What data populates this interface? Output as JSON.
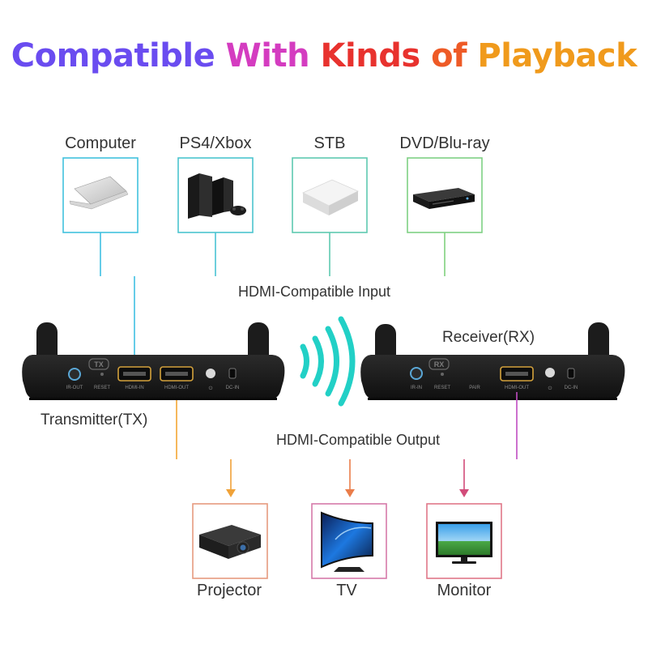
{
  "title": {
    "parts": [
      {
        "text": "Compatible",
        "color": "#6a4cf0"
      },
      {
        "text": " With ",
        "color": "#d43cc0"
      },
      {
        "text": "Kinds",
        "color": "#e8322e"
      },
      {
        "text": " of ",
        "color": "#ee5a26"
      },
      {
        "text": "Playback",
        "color": "#f09a1c"
      }
    ]
  },
  "sources": [
    {
      "label": "Computer",
      "icon": "laptop-icon"
    },
    {
      "label": "PS4/Xbox",
      "icon": "game-console-icon"
    },
    {
      "label": "STB",
      "icon": "set-top-box-icon"
    },
    {
      "label": "DVD/Blu-ray",
      "icon": "dvd-player-icon"
    }
  ],
  "input_label": "HDMI-Compatible Input",
  "transmitter": {
    "label": "Transmitter(TX)",
    "badge": "TX",
    "ports": [
      "IR-OUT",
      "RESET",
      "HDMI-IN",
      "HDMI-OUT",
      "⏻",
      "DC-IN"
    ]
  },
  "receiver": {
    "label": "Receiver(RX)",
    "badge": "RX",
    "ports": [
      "IR-IN",
      "RESET",
      "PAIR",
      "HDMI-OUT",
      "⏻",
      "DC-IN"
    ]
  },
  "output_label": "HDMI-Compatible Output",
  "outputs": [
    {
      "label": "Projector",
      "icon": "projector-icon"
    },
    {
      "label": "TV",
      "icon": "tv-icon"
    },
    {
      "label": "Monitor",
      "icon": "monitor-icon"
    }
  ],
  "colors": {
    "input_line": "#4fc6dd",
    "input_line_right": "#7ccf84",
    "wireless": "#26cfc9",
    "output_line_left": "#f0a238",
    "output_line_right": "#c24ac0",
    "device_body": "#1b1b1b"
  }
}
